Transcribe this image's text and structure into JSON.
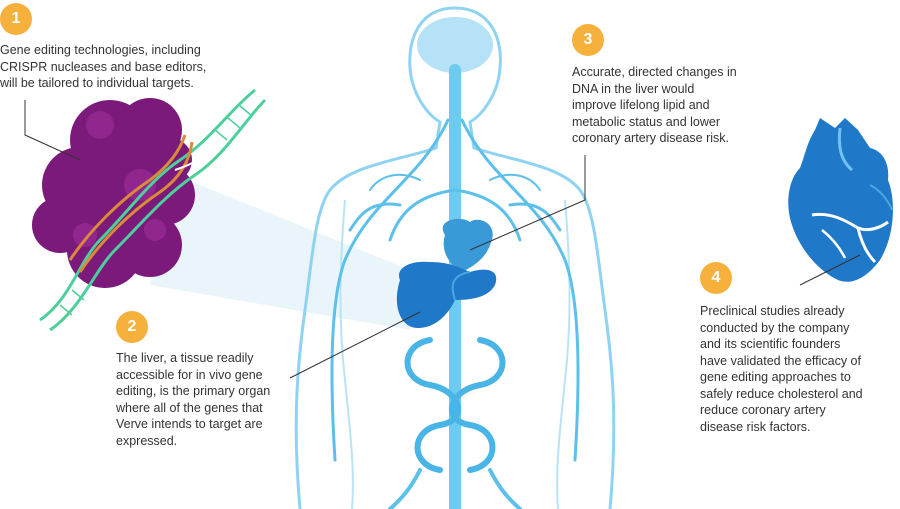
{
  "accent_color": "#f6b03c",
  "body_color": "#4db8e8",
  "organ_color": "#1f78c8",
  "enzyme_color": "#7b1a7a",
  "dna_colors": [
    "#4ccf9a",
    "#d98a3a"
  ],
  "icons": [
    "crispr-protein-dna-icon",
    "human-body-icon",
    "liver-icon",
    "heart-icon"
  ],
  "callouts": [
    {
      "number": "1",
      "text": "Gene editing technologies, including\nCRISPR nucleases and base editors,\nwill be tailored to individual targets."
    },
    {
      "number": "2",
      "text": "The liver, a tissue readily\naccessible for in vivo gene\nediting, is the primary organ\nwhere all of the genes that\nVerve intends to target are\nexpressed."
    },
    {
      "number": "3",
      "text": "Accurate, directed changes in\nDNA in the liver would\nimprove lifelong lipid and\nmetabolic status and lower\ncoronary artery disease risk."
    },
    {
      "number": "4",
      "text": "Preclinical studies already\nconducted by the company\nand its scientific founders\nhave validated the efficacy of\ngene editing approaches to\nsafely reduce cholesterol and\nreduce coronary artery\ndisease risk factors."
    }
  ]
}
